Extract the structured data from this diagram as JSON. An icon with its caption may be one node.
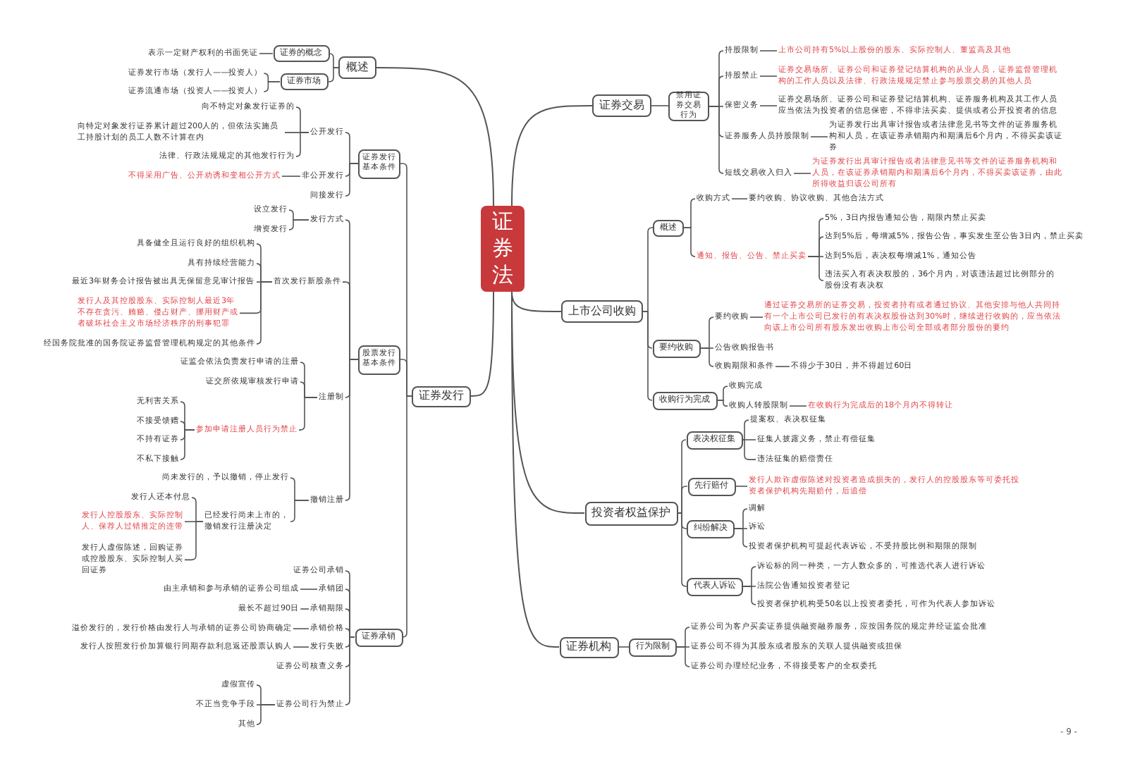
{
  "diagram": {
    "nodes": [
      {
        "text": [
          "证券法"
        ]
      },
      {
        "text": [
          "概述"
        ]
      },
      {
        "text": [
          "证券的概念"
        ]
      },
      {
        "text": [
          "表示一定财产权利的书面凭证"
        ]
      },
      {
        "text": [
          "证券市场"
        ]
      },
      {
        "text": [
          "证券发行市场（发行人——投资人）"
        ]
      },
      {
        "text": [
          "证券流通市场（投资人——投资人）"
        ]
      },
      {
        "text": [
          "证券发行"
        ]
      },
      {
        "text": [
          "证券发行基本条件"
        ]
      },
      {
        "text": [
          "公开发行"
        ]
      },
      {
        "text": [
          "向不特定对象发行证券的"
        ]
      },
      {
        "text": [
          "向特定对象发行证券累计超过200人的，但依法实施员工持股计划的员工人数不计算在内"
        ]
      },
      {
        "text": [
          "法律、行政法规规定的其他发行行为"
        ]
      },
      {
        "text": [
          "非公开发行"
        ]
      },
      {
        "text": [
          "不得采用广告、公开劝诱和变相公开方式"
        ]
      },
      {
        "text": [
          "间接发行"
        ]
      },
      {
        "text": [
          "股票发行基本条件"
        ]
      },
      {
        "text": [
          "发行方式"
        ]
      },
      {
        "text": [
          "设立发行"
        ]
      },
      {
        "text": [
          "增资发行"
        ]
      },
      {
        "text": [
          "首次发行新股条件"
        ]
      },
      {
        "text": [
          "具备健全且运行良好的组织机构"
        ]
      },
      {
        "text": [
          "具有持续经营能力"
        ]
      },
      {
        "text": [
          "最近3年财务会计报告被出具无保留意见审计报告"
        ]
      },
      {
        "text": [
          "发行人及其控股股东、实际控制人最近3年不存在贪污、贿赂、侵占财产、挪用财产或者破坏社会主义市场经济秩序的刑事犯罪"
        ]
      },
      {
        "text": [
          "经国务院批准的国务院证券监督管理机构规定的其他条件"
        ]
      },
      {
        "text": [
          "注册制"
        ]
      },
      {
        "text": [
          "证监会依法负责发行申请的注册"
        ]
      },
      {
        "text": [
          "证交所依规审核发行申请"
        ]
      },
      {
        "text": [
          "参加申请注册人员行为禁止"
        ]
      },
      {
        "text": [
          "无利害关系"
        ]
      },
      {
        "text": [
          "不接受馈赠"
        ]
      },
      {
        "text": [
          "不持有证券"
        ]
      },
      {
        "text": [
          "不私下接触"
        ]
      },
      {
        "text": [
          "撤销注册"
        ]
      },
      {
        "text": [
          "尚未发行的，予以撤销，停止发行"
        ]
      },
      {
        "text": [
          "已经发行尚未上市的，撤销发行注册决定"
        ]
      },
      {
        "text": [
          "发行人还本付息"
        ]
      },
      {
        "text": [
          "发行人控股股东、实际控制人、保荐人过错推定的连带"
        ]
      },
      {
        "text": [
          "发行人虚假陈述，回购证券或控股股东、实际控制人买回证券"
        ]
      },
      {
        "text": [
          "证券承销"
        ]
      },
      {
        "text": [
          "证券公司承销"
        ]
      },
      {
        "text": [
          "承销团"
        ]
      },
      {
        "text": [
          "由主承销和参与承销的证券公司组成"
        ]
      },
      {
        "text": [
          "承销期限"
        ]
      },
      {
        "text": [
          "最长不超过90日"
        ]
      },
      {
        "text": [
          "承销价格"
        ]
      },
      {
        "text": [
          "溢价发行的，发行价格由发行人与承销的证券公司协商确定"
        ]
      },
      {
        "text": [
          "发行失败"
        ]
      },
      {
        "text": [
          "发行人按照发行价加算银行同期存款利息返还股票认购人"
        ]
      },
      {
        "text": [
          "证券公司核查义务"
        ]
      },
      {
        "text": [
          "证券公司行为禁止"
        ]
      },
      {
        "text": [
          "虚假宣传"
        ]
      },
      {
        "text": [
          "不正当竞争手段"
        ]
      },
      {
        "text": [
          "其他"
        ]
      },
      {
        "text": [
          "证券交易"
        ]
      },
      {
        "text": [
          "禁用证券交易行为"
        ]
      },
      {
        "text": [
          "持股限制"
        ]
      },
      {
        "text": [
          "上市公司持有5%以上股份的股东、实际控制人、董监高及其他"
        ]
      },
      {
        "text": [
          "持股禁止"
        ]
      },
      {
        "text": [
          "证券交易场所、证券公司和证券登记结算机构的从业人员，证券监督管理机构的工作人员以及法律、行政法规规定禁止参与股票交易的其他人员"
        ]
      },
      {
        "text": [
          "保密义务"
        ]
      },
      {
        "text": [
          "证券交易场所、证券公司和证券登记结算机构、证券服务机构及其工作人员应当依法为投资者的信息保密，不得非法买卖、提供或者公开投资者的信息"
        ]
      },
      {
        "text": [
          "证券服务人员持股限制"
        ]
      },
      {
        "text": [
          "为证券发行出具审计报告或者法律意见书等文件的证券服务机构和人员，在该证券承销期内和期满后6个月内，不得买卖该证券"
        ]
      },
      {
        "text": [
          "短线交易收入归入"
        ]
      },
      {
        "text": [
          "为证券发行出具审计报告或者法律意见书等文件的证券服务机构和人员，在该证券承销期内和期满后6个月内，不得买卖该证券，由此所得收益归该公司所有"
        ]
      },
      {
        "text": [
          "上市公司收购"
        ]
      },
      {
        "text": [
          "概述"
        ]
      },
      {
        "text": [
          "收购方式"
        ]
      },
      {
        "text": [
          "要约收购、协议收购、其他合法方式"
        ]
      },
      {
        "text": [
          "通知、报告、公告、禁止买卖"
        ]
      },
      {
        "text": [
          "5%，3日内报告通知公告，期限内禁止买卖"
        ]
      },
      {
        "text": [
          "达到5%后，每增减5%，报告公告，事实发生至公告3日内，禁止买卖"
        ]
      },
      {
        "text": [
          "达到5%后，表决权每增减1%，通知公告"
        ]
      },
      {
        "text": [
          "违法买入有表决权股的，36个月内，对该违法超过比例部分的股份没有表决权"
        ]
      },
      {
        "text": [
          "要约收购"
        ]
      },
      {
        "text": [
          "要约收购"
        ]
      },
      {
        "text": [
          "通过证券交易所的证券交易，投资者持有或者通过协议、其他安排与他人共同持有一个上市公司已发行的有表决权股份达到30%时，继续进行收购的，应当依法向该上市公司所有股东发出收购上市公司全部或者部分股份的要约"
        ]
      },
      {
        "text": [
          "公告收购报告书"
        ]
      },
      {
        "text": [
          "收购期限和条件"
        ]
      },
      {
        "text": [
          "不得少于30日，并不得超过60日"
        ]
      },
      {
        "text": [
          "收购行为完成"
        ]
      },
      {
        "text": [
          "收购完成"
        ]
      },
      {
        "text": [
          "收购人转股限制"
        ]
      },
      {
        "text": [
          "在收购行为完成后的18个月内不得转让"
        ]
      },
      {
        "text": [
          "投资者权益保护"
        ]
      },
      {
        "text": [
          "表决权征集"
        ]
      },
      {
        "text": [
          "提案权、表决权征集"
        ]
      },
      {
        "text": [
          "征集人披露义务，禁止有偿征集"
        ]
      },
      {
        "text": [
          "违法征集的赔偿责任"
        ]
      },
      {
        "text": [
          "先行赔付"
        ]
      },
      {
        "text": [
          "发行人欺诈虚假陈述对投资者造成损失的，发行人的控股股东等可委托投资者保护机构先期赔付，后追偿"
        ]
      },
      {
        "text": [
          "纠纷解决"
        ]
      },
      {
        "text": [
          "调解"
        ]
      },
      {
        "text": [
          "诉讼"
        ]
      },
      {
        "text": [
          "投资者保护机构可提起代表诉讼，不受持股比例和期限的限制"
        ]
      },
      {
        "text": [
          "代表人诉讼"
        ]
      },
      {
        "text": [
          "诉讼标的同一种类，一方人数众多的，可推选代表人进行诉讼"
        ]
      },
      {
        "text": [
          "法院公告通知投资者登记"
        ]
      },
      {
        "text": [
          "投资者保护机构受50名以上投资者委托，可作为代表人参加诉讼"
        ]
      },
      {
        "text": [
          "证券机构"
        ]
      },
      {
        "text": [
          "行为限制"
        ]
      },
      {
        "text": [
          "证券公司为客户买卖证券提供融资融券服务，应按国务院的规定并经证监会批准"
        ]
      },
      {
        "text": [
          "证券公司不得为其股东或者股东的关联人提供融资或担保"
        ]
      },
      {
        "text": [
          "证券公司办理经纪业务，不得接受客户的全权委托"
        ]
      }
    ],
    "edges": [
      {
        "from": 0,
        "to": 1,
        "arrow": "none"
      },
      {
        "from": 0,
        "to": 7,
        "arrow": "none"
      },
      {
        "from": 0,
        "to": 55,
        "arrow": "none"
      },
      {
        "from": 0,
        "to": 67,
        "arrow": "none"
      },
      {
        "from": 0,
        "to": 86,
        "arrow": "none"
      },
      {
        "from": 0,
        "to": 101,
        "arrow": "none"
      },
      {
        "from": 1,
        "to": 2,
        "arrow": "none"
      },
      {
        "from": 2,
        "to": 3,
        "arrow": "none"
      },
      {
        "from": 1,
        "to": 4,
        "arrow": "none"
      },
      {
        "from": 4,
        "to": 5,
        "arrow": "none"
      },
      {
        "from": 4,
        "to": 6,
        "arrow": "none"
      },
      {
        "from": 7,
        "to": 8,
        "arrow": "none"
      },
      {
        "from": 7,
        "to": 16,
        "arrow": "none"
      },
      {
        "from": 7,
        "to": 40,
        "arrow": "none"
      },
      {
        "from": 8,
        "to": 9,
        "arrow": "none"
      },
      {
        "from": 9,
        "to": 10,
        "arrow": "none"
      },
      {
        "from": 9,
        "to": 11,
        "arrow": "none"
      },
      {
        "from": 9,
        "to": 12,
        "arrow": "none"
      },
      {
        "from": 8,
        "to": 13,
        "arrow": "none"
      },
      {
        "from": 13,
        "to": 14,
        "arrow": "none"
      },
      {
        "from": 8,
        "to": 15,
        "arrow": "none"
      },
      {
        "from": 16,
        "to": 17,
        "arrow": "none"
      },
      {
        "from": 17,
        "to": 18,
        "arrow": "none"
      },
      {
        "from": 17,
        "to": 19,
        "arrow": "none"
      },
      {
        "from": 16,
        "to": 20,
        "arrow": "none"
      },
      {
        "from": 20,
        "to": 21,
        "arrow": "none"
      },
      {
        "from": 20,
        "to": 22,
        "arrow": "none"
      },
      {
        "from": 20,
        "to": 23,
        "arrow": "none"
      },
      {
        "from": 20,
        "to": 24,
        "arrow": "none"
      },
      {
        "from": 20,
        "to": 25,
        "arrow": "none"
      },
      {
        "from": 16,
        "to": 26,
        "arrow": "none"
      },
      {
        "from": 26,
        "to": 27,
        "arrow": "none"
      },
      {
        "from": 26,
        "to": 28,
        "arrow": "none"
      },
      {
        "from": 26,
        "to": 29,
        "arrow": "none"
      },
      {
        "from": 29,
        "to": 30,
        "arrow": "none"
      },
      {
        "from": 29,
        "to": 31,
        "arrow": "none"
      },
      {
        "from": 29,
        "to": 32,
        "arrow": "none"
      },
      {
        "from": 29,
        "to": 33,
        "arrow": "none"
      },
      {
        "from": 16,
        "to": 34,
        "arrow": "none"
      },
      {
        "from": 34,
        "to": 35,
        "arrow": "none"
      },
      {
        "from": 34,
        "to": 36,
        "arrow": "none"
      },
      {
        "from": 36,
        "to": 37,
        "arrow": "none"
      },
      {
        "from": 36,
        "to": 38,
        "arrow": "none"
      },
      {
        "from": 36,
        "to": 39,
        "arrow": "none"
      },
      {
        "from": 40,
        "to": 41,
        "arrow": "none"
      },
      {
        "from": 40,
        "to": 42,
        "arrow": "none"
      },
      {
        "from": 42,
        "to": 43,
        "arrow": "none"
      },
      {
        "from": 40,
        "to": 44,
        "arrow": "none"
      },
      {
        "from": 44,
        "to": 45,
        "arrow": "none"
      },
      {
        "from": 40,
        "to": 46,
        "arrow": "none"
      },
      {
        "from": 46,
        "to": 47,
        "arrow": "none"
      },
      {
        "from": 40,
        "to": 48,
        "arrow": "none"
      },
      {
        "from": 48,
        "to": 49,
        "arrow": "none"
      },
      {
        "from": 40,
        "to": 50,
        "arrow": "none"
      },
      {
        "from": 40,
        "to": 51,
        "arrow": "none"
      },
      {
        "from": 51,
        "to": 52,
        "arrow": "none"
      },
      {
        "from": 51,
        "to": 53,
        "arrow": "none"
      },
      {
        "from": 51,
        "to": 54,
        "arrow": "none"
      },
      {
        "from": 55,
        "to": 56,
        "arrow": "none"
      },
      {
        "from": 56,
        "to": 57,
        "arrow": "none"
      },
      {
        "from": 57,
        "to": 58,
        "arrow": "none"
      },
      {
        "from": 56,
        "to": 59,
        "arrow": "none"
      },
      {
        "from": 59,
        "to": 60,
        "arrow": "none"
      },
      {
        "from": 56,
        "to": 61,
        "arrow": "none"
      },
      {
        "from": 61,
        "to": 62,
        "arrow": "none"
      },
      {
        "from": 56,
        "to": 63,
        "arrow": "none"
      },
      {
        "from": 63,
        "to": 64,
        "arrow": "none"
      },
      {
        "from": 56,
        "to": 65,
        "arrow": "none"
      },
      {
        "from": 65,
        "to": 66,
        "arrow": "none"
      },
      {
        "from": 67,
        "to": 68,
        "arrow": "none"
      },
      {
        "from": 68,
        "to": 69,
        "arrow": "none"
      },
      {
        "from": 69,
        "to": 70,
        "arrow": "none"
      },
      {
        "from": 68,
        "to": 71,
        "arrow": "none"
      },
      {
        "from": 71,
        "to": 72,
        "arrow": "none"
      },
      {
        "from": 71,
        "to": 73,
        "arrow": "none"
      },
      {
        "from": 71,
        "to": 74,
        "arrow": "none"
      },
      {
        "from": 71,
        "to": 75,
        "arrow": "none"
      },
      {
        "from": 67,
        "to": 76,
        "arrow": "none"
      },
      {
        "from": 76,
        "to": 77,
        "arrow": "none"
      },
      {
        "from": 77,
        "to": 78,
        "arrow": "none"
      },
      {
        "from": 76,
        "to": 79,
        "arrow": "none"
      },
      {
        "from": 76,
        "to": 80,
        "arrow": "none"
      },
      {
        "from": 80,
        "to": 81,
        "arrow": "none"
      },
      {
        "from": 67,
        "to": 82,
        "arrow": "none"
      },
      {
        "from": 82,
        "to": 83,
        "arrow": "none"
      },
      {
        "from": 82,
        "to": 84,
        "arrow": "none"
      },
      {
        "from": 84,
        "to": 85,
        "arrow": "none"
      },
      {
        "from": 86,
        "to": 87,
        "arrow": "none"
      },
      {
        "from": 87,
        "to": 88,
        "arrow": "none"
      },
      {
        "from": 87,
        "to": 89,
        "arrow": "none"
      },
      {
        "from": 87,
        "to": 90,
        "arrow": "none"
      },
      {
        "from": 86,
        "to": 91,
        "arrow": "none"
      },
      {
        "from": 91,
        "to": 92,
        "arrow": "none"
      },
      {
        "from": 86,
        "to": 93,
        "arrow": "none"
      },
      {
        "from": 93,
        "to": 94,
        "arrow": "none"
      },
      {
        "from": 93,
        "to": 95,
        "arrow": "none"
      },
      {
        "from": 93,
        "to": 96,
        "arrow": "none"
      },
      {
        "from": 86,
        "to": 97,
        "arrow": "none"
      },
      {
        "from": 97,
        "to": 98,
        "arrow": "none"
      },
      {
        "from": 97,
        "to": 99,
        "arrow": "none"
      },
      {
        "from": 97,
        "to": 100,
        "arrow": "none"
      },
      {
        "from": 101,
        "to": 102,
        "arrow": "none"
      },
      {
        "from": 102,
        "to": 103,
        "arrow": "none"
      },
      {
        "from": 102,
        "to": 104,
        "arrow": "none"
      },
      {
        "from": 102,
        "to": 105,
        "arrow": "none"
      }
    ],
    "labels": [
      "- 9 -"
    ]
  }
}
